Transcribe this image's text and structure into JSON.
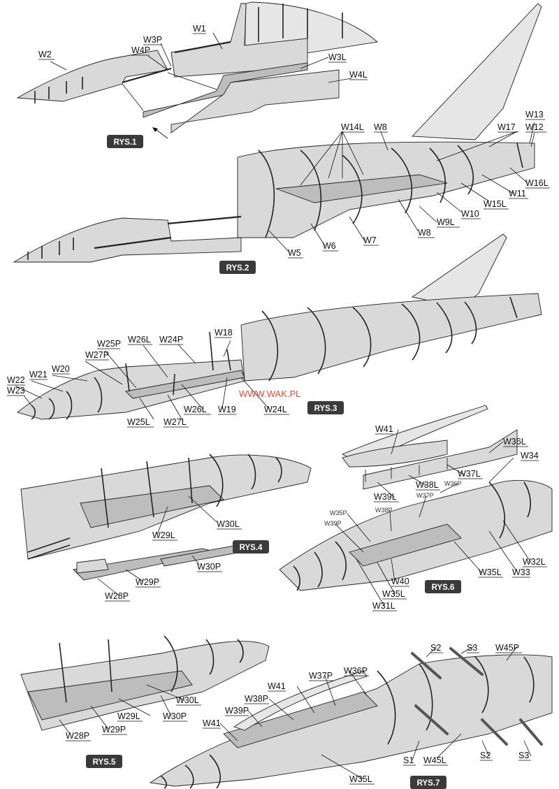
{
  "watermark": "WWW.WAK.PL",
  "figures": [
    {
      "id": "RYS.1"
    },
    {
      "id": "RYS.2"
    },
    {
      "id": "RYS.3"
    },
    {
      "id": "RYS.4"
    },
    {
      "id": "RYS.5"
    },
    {
      "id": "RYS.6"
    },
    {
      "id": "RYS.7"
    }
  ],
  "labels": {
    "rys1": [
      "W2",
      "W3P",
      "W4P",
      "W1",
      "W3L",
      "W4L"
    ],
    "rys2": [
      "W13",
      "W14L",
      "W8",
      "W17",
      "W12",
      "W16L",
      "W11",
      "W15L",
      "W10",
      "W9L",
      "W8",
      "W7",
      "W6",
      "W5"
    ],
    "rys3": [
      "W18",
      "W24P",
      "W26L",
      "W25P",
      "W27P",
      "W20",
      "W21",
      "W22",
      "W23",
      "W26L",
      "W19",
      "W24L",
      "W25L",
      "W27L"
    ],
    "rys4": [
      "W29L",
      "W30L",
      "W30P",
      "W29P",
      "W28P"
    ],
    "rys5": [
      "W30L",
      "W29L",
      "W30P",
      "W28P",
      "W29P"
    ],
    "rys6": [
      "W41",
      "W36L",
      "W34",
      "W37L",
      "W38L",
      "W36P",
      "W39L",
      "W37P",
      "W35P",
      "W38P",
      "W39P",
      "W40",
      "W35L",
      "W31L",
      "W35L",
      "W33",
      "W32L"
    ],
    "rys7": [
      "S2",
      "S3",
      "W45P",
      "W36P",
      "W37P",
      "W41",
      "W38P",
      "W39P",
      "W41",
      "S1",
      "W45L",
      "S2",
      "S3",
      "W35L"
    ]
  }
}
